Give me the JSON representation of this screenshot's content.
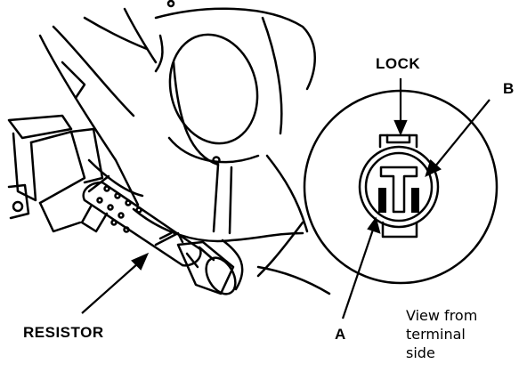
{
  "labels": {
    "lock": "LOCK",
    "b": "B",
    "a": "A",
    "resistor": "RESISTOR",
    "view_line1": "View from",
    "view_line2": "terminal",
    "view_line3": "side"
  },
  "colors": {
    "ink": "#000000",
    "paper": "#ffffff"
  }
}
